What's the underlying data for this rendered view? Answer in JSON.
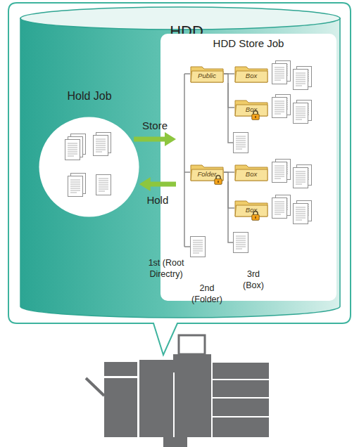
{
  "diagram": {
    "nodes": [
      {
        "text": [
          "HDD"
        ]
      },
      {
        "text": [
          "Hold Job"
        ],
        "in": 0
      },
      {
        "text": [
          "HDD Store Job"
        ],
        "in": 0
      },
      {
        "text": [
          "Public"
        ],
        "in": 2
      },
      {
        "text": [
          "Box"
        ],
        "in": 2
      },
      {
        "text": [
          "Box"
        ],
        "in": 2
      },
      {
        "text": [
          "Folder"
        ],
        "in": 2
      },
      {
        "text": [
          "Box"
        ],
        "in": 2
      },
      {
        "text": [
          "Box"
        ],
        "in": 2
      }
    ],
    "edges": [
      {
        "from": 1,
        "to": 2,
        "arrow": "to",
        "label": "Store"
      },
      {
        "from": 2,
        "to": 1,
        "arrow": "to",
        "label": "Hold"
      },
      {
        "from": 3,
        "to": 4,
        "arrow": "none"
      },
      {
        "from": 3,
        "to": 5,
        "arrow": "none"
      },
      {
        "from": 6,
        "to": 7,
        "arrow": "none"
      },
      {
        "from": 6,
        "to": 8,
        "arrow": "none"
      }
    ],
    "labels": [
      "1st (Root Directry)",
      "2nd (Folder)",
      "3rd (Box)"
    ]
  }
}
